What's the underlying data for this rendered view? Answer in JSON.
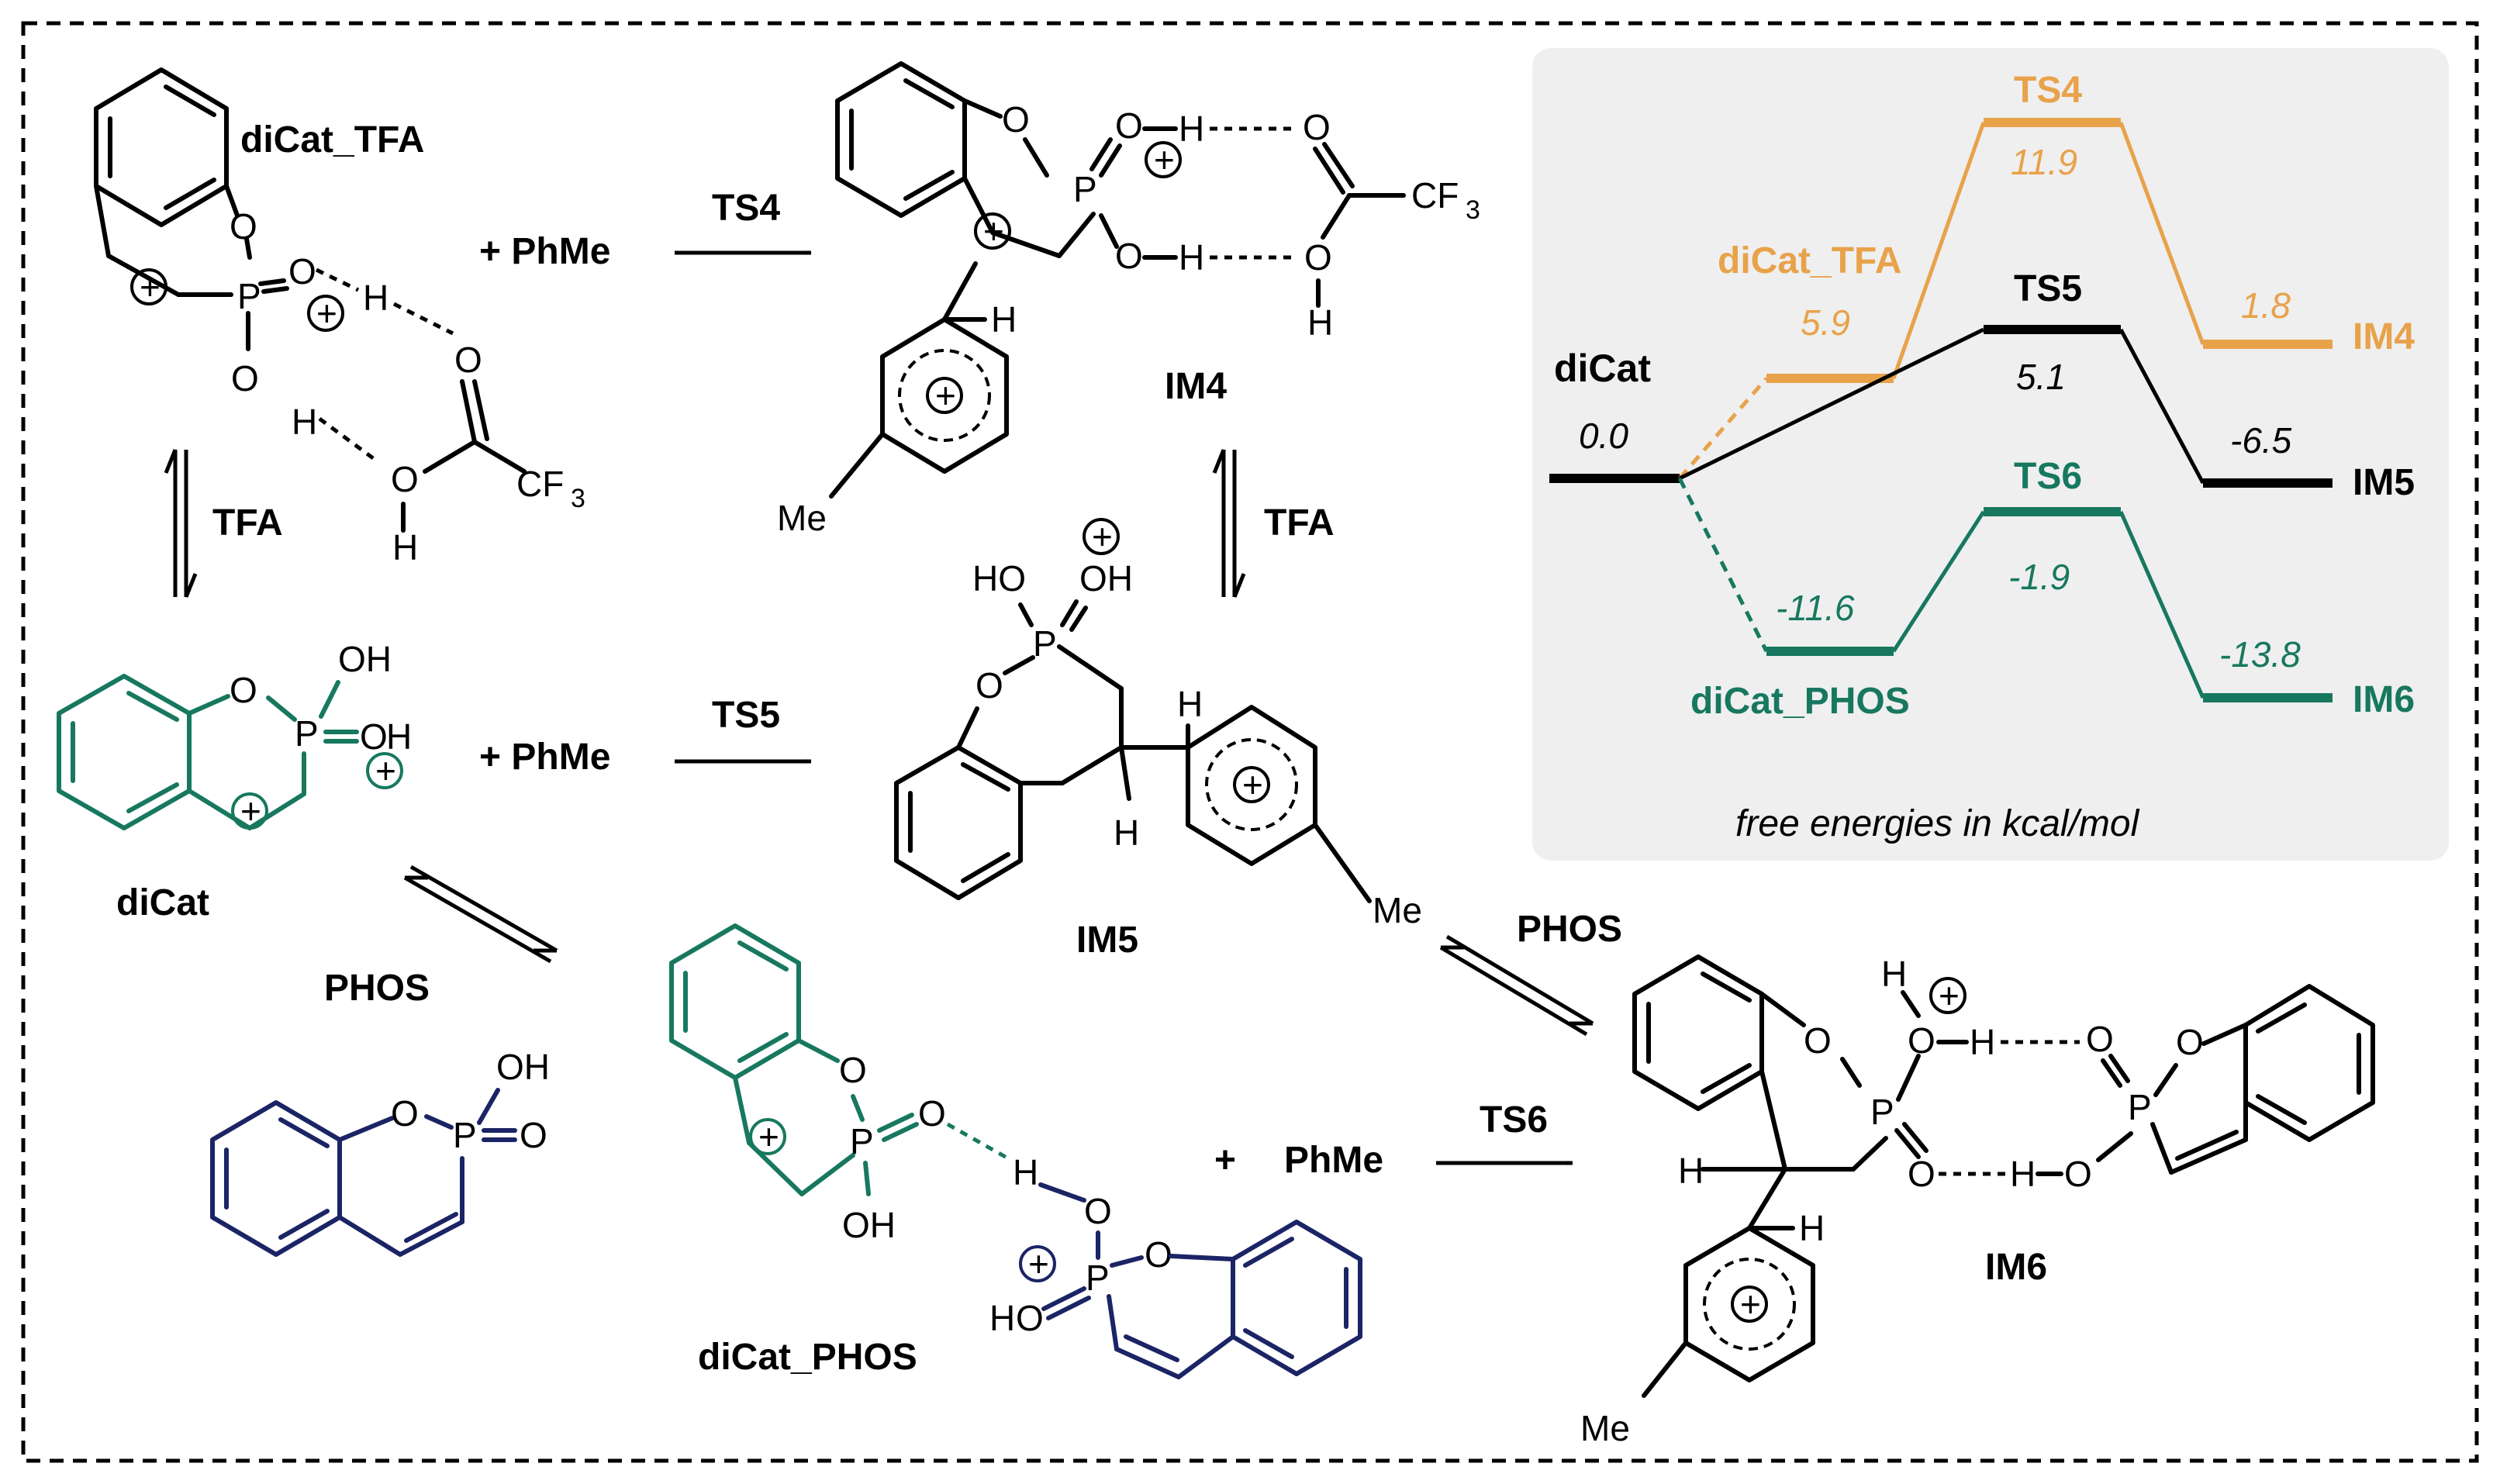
{
  "colors": {
    "black": "#000000",
    "orange": "#e8a24a",
    "green": "#17785f",
    "navy": "#1b2465",
    "red": "#e52420",
    "panel": "#efefef"
  },
  "atoms": {
    "O": "O",
    "P": "P",
    "OH": "OH",
    "HO": "HO",
    "H": "H",
    "CF3_main": "CF",
    "CF3_sub": "3",
    "Me": "Me",
    "plus": "+"
  },
  "species": {
    "dicat_tfa": "diCat_TFA",
    "dicat": "diCat",
    "dicat_phos": "diCat_PHOS",
    "im4": "IM4",
    "im5": "IM5",
    "im6": "IM6",
    "phos": "PHOS",
    "tfa": "TFA"
  },
  "reactions": {
    "plus_phme": "+  PhMe",
    "plus": "+",
    "phme": "PhMe",
    "ts4": "TS4",
    "ts5": "TS5",
    "ts6": "TS6",
    "tfa": "TFA",
    "phos": "PHOS"
  },
  "energy_panel": {
    "footnote": "free energies in kcal/mol",
    "levels": {
      "dicat": {
        "label": "diCat",
        "value": "0.0"
      },
      "dicat_tfa": {
        "label": "diCat_TFA",
        "value": "5.9"
      },
      "ts4": {
        "label": "TS4",
        "value": "11.9"
      },
      "im4": {
        "label": "IM4",
        "value": "1.8"
      },
      "ts5": {
        "label": "TS5",
        "value": "5.1"
      },
      "im5": {
        "label": "IM5",
        "value": "-6.5"
      },
      "dicat_phos": {
        "label": "diCat_PHOS",
        "value": "-11.6"
      },
      "ts6": {
        "label": "TS6",
        "value": "-1.9"
      },
      "im6": {
        "label": "IM6",
        "value": "-13.8"
      }
    }
  }
}
